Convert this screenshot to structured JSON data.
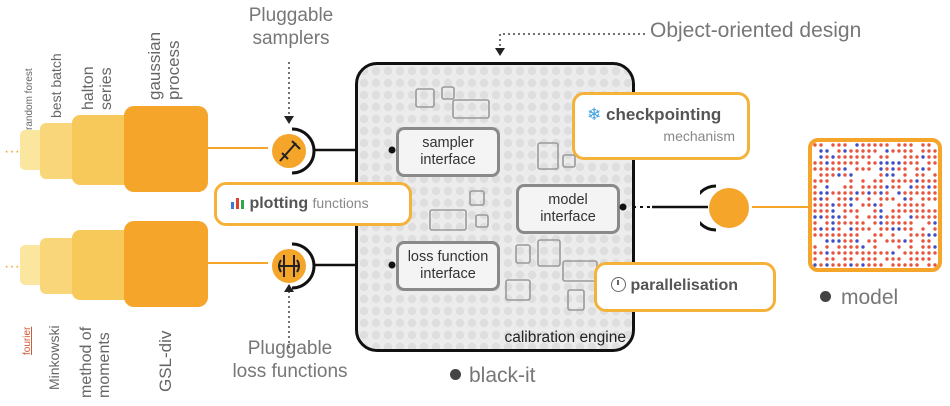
{
  "header": {
    "pluggable_samplers": [
      "Pluggable",
      "samplers"
    ],
    "object_oriented": "Object-oriented design"
  },
  "samplers": [
    "random forest",
    "best batch",
    "halton",
    "series",
    "gaussian",
    "process"
  ],
  "losses": [
    "fourier",
    "Minkowski",
    "method of",
    "moments",
    "GSL-div"
  ],
  "footer": {
    "pluggable_loss": [
      "Pluggable",
      "loss functions"
    ],
    "black_it": "black-it",
    "model": "model"
  },
  "engine": {
    "sampler_interface": [
      "sampler",
      "interface"
    ],
    "loss_interface": [
      "loss function",
      "interface"
    ],
    "model_interface": [
      "model",
      "interface"
    ],
    "label": "calibration engine"
  },
  "callouts": {
    "checkpointing": {
      "bold": "checkpointing",
      "rest": "mechanism",
      "icon": "snowflake-icon"
    },
    "plotting": {
      "bold": "plotting",
      "rest": "functions",
      "icon": "bar-chart-icon"
    },
    "parallelisation": {
      "bold": "parallelisation",
      "icon": "stopwatch-icon"
    }
  },
  "colors": {
    "accent": "#f4a52a",
    "light_yellow": "#fbe6a0",
    "mid_yellow": "#f7c95a",
    "dots_red": "#e8553f",
    "dots_blue": "#3d4fc4",
    "frame": "#111111"
  }
}
